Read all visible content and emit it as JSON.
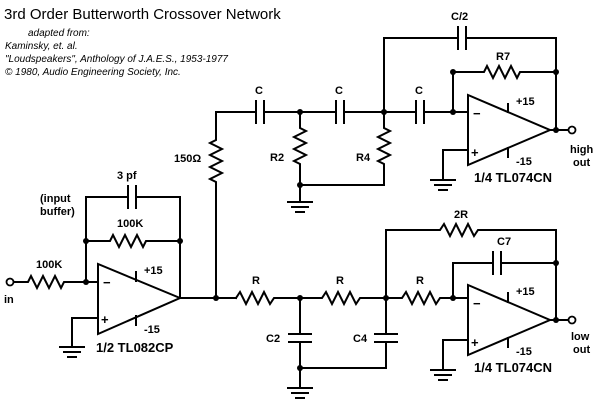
{
  "title": "3rd Order Butterworth Crossover Network",
  "credits": [
    "adapted from:",
    "Kaminsky, et. al.",
    "\"Loudspeakers\", Anthology of J.A.E.S., 1953-1977",
    "© 1980, Audio Engineering Society, Inc."
  ],
  "components": {
    "c_top_1": "C",
    "c_top_2": "C",
    "c_top_3": "C",
    "c_half": "C/2",
    "r7": "R7",
    "r2": "R2",
    "r4": "R4",
    "r_150": "150Ω",
    "c_3pf": "3 pf",
    "r_100k_fb": "100K",
    "r_100k_in": "100K",
    "r_low_1": "R",
    "r_low_2": "R",
    "r_low_3": "R",
    "r_2r": "2R",
    "c7": "C7",
    "c2": "C2",
    "c4": "C4"
  },
  "opamps": {
    "buffer": {
      "part": "1/2 TL082CP",
      "vpos": "+15",
      "vneg": "-15",
      "minus": "−",
      "plus": "+"
    },
    "high": {
      "part": "1/4 TL074CN",
      "vpos": "+15",
      "vneg": "-15",
      "minus": "−",
      "plus": "+"
    },
    "low": {
      "part": "1/4 TL074CN",
      "vpos": "+15",
      "vneg": "-15",
      "minus": "−",
      "plus": "+"
    }
  },
  "labels": {
    "input_buffer_1": "(input",
    "input_buffer_2": "buffer)",
    "in": "in",
    "high_out_1": "high",
    "high_out_2": "out",
    "low_out_1": "low",
    "low_out_2": "out"
  }
}
